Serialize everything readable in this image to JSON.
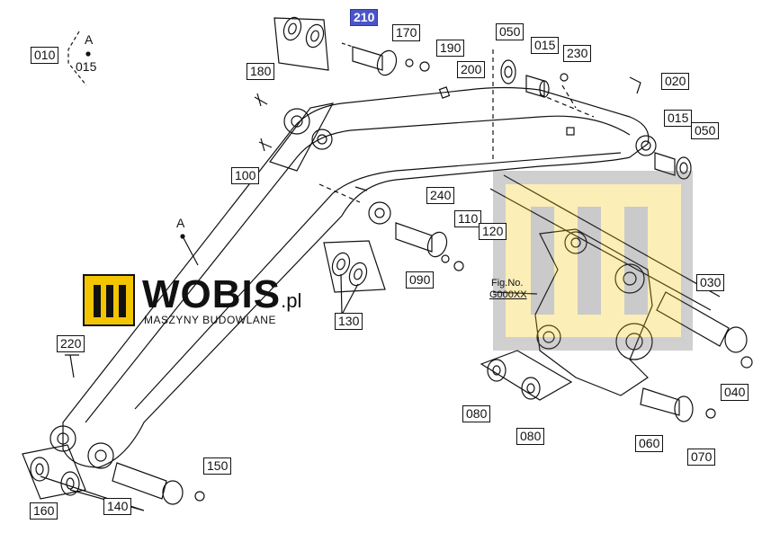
{
  "diagram": {
    "brand": {
      "name": "WOBIS",
      "domain": ".pl",
      "tagline": "MASZYNY BUDOWLANE",
      "accent_color": "#f2c500"
    },
    "fig_ref": {
      "line1": "Fig.No.",
      "line2": "G000XX"
    },
    "detail_ref": {
      "part": "010",
      "view": "A",
      "sub": "015"
    },
    "view_marker": "A",
    "highlight_color": "#4b55c8",
    "callouts": [
      {
        "id": "210",
        "highlight": true
      },
      {
        "id": "170"
      },
      {
        "id": "190"
      },
      {
        "id": "200"
      },
      {
        "id": "180"
      },
      {
        "id": "100"
      },
      {
        "id": "050"
      },
      {
        "id": "015"
      },
      {
        "id": "230"
      },
      {
        "id": "020"
      },
      {
        "id": "015"
      },
      {
        "id": "050"
      },
      {
        "id": "240"
      },
      {
        "id": "110"
      },
      {
        "id": "120"
      },
      {
        "id": "090"
      },
      {
        "id": "130"
      },
      {
        "id": "030"
      },
      {
        "id": "040"
      },
      {
        "id": "220"
      },
      {
        "id": "080"
      },
      {
        "id": "080"
      },
      {
        "id": "060"
      },
      {
        "id": "070"
      },
      {
        "id": "150"
      },
      {
        "id": "140"
      },
      {
        "id": "160"
      }
    ]
  }
}
